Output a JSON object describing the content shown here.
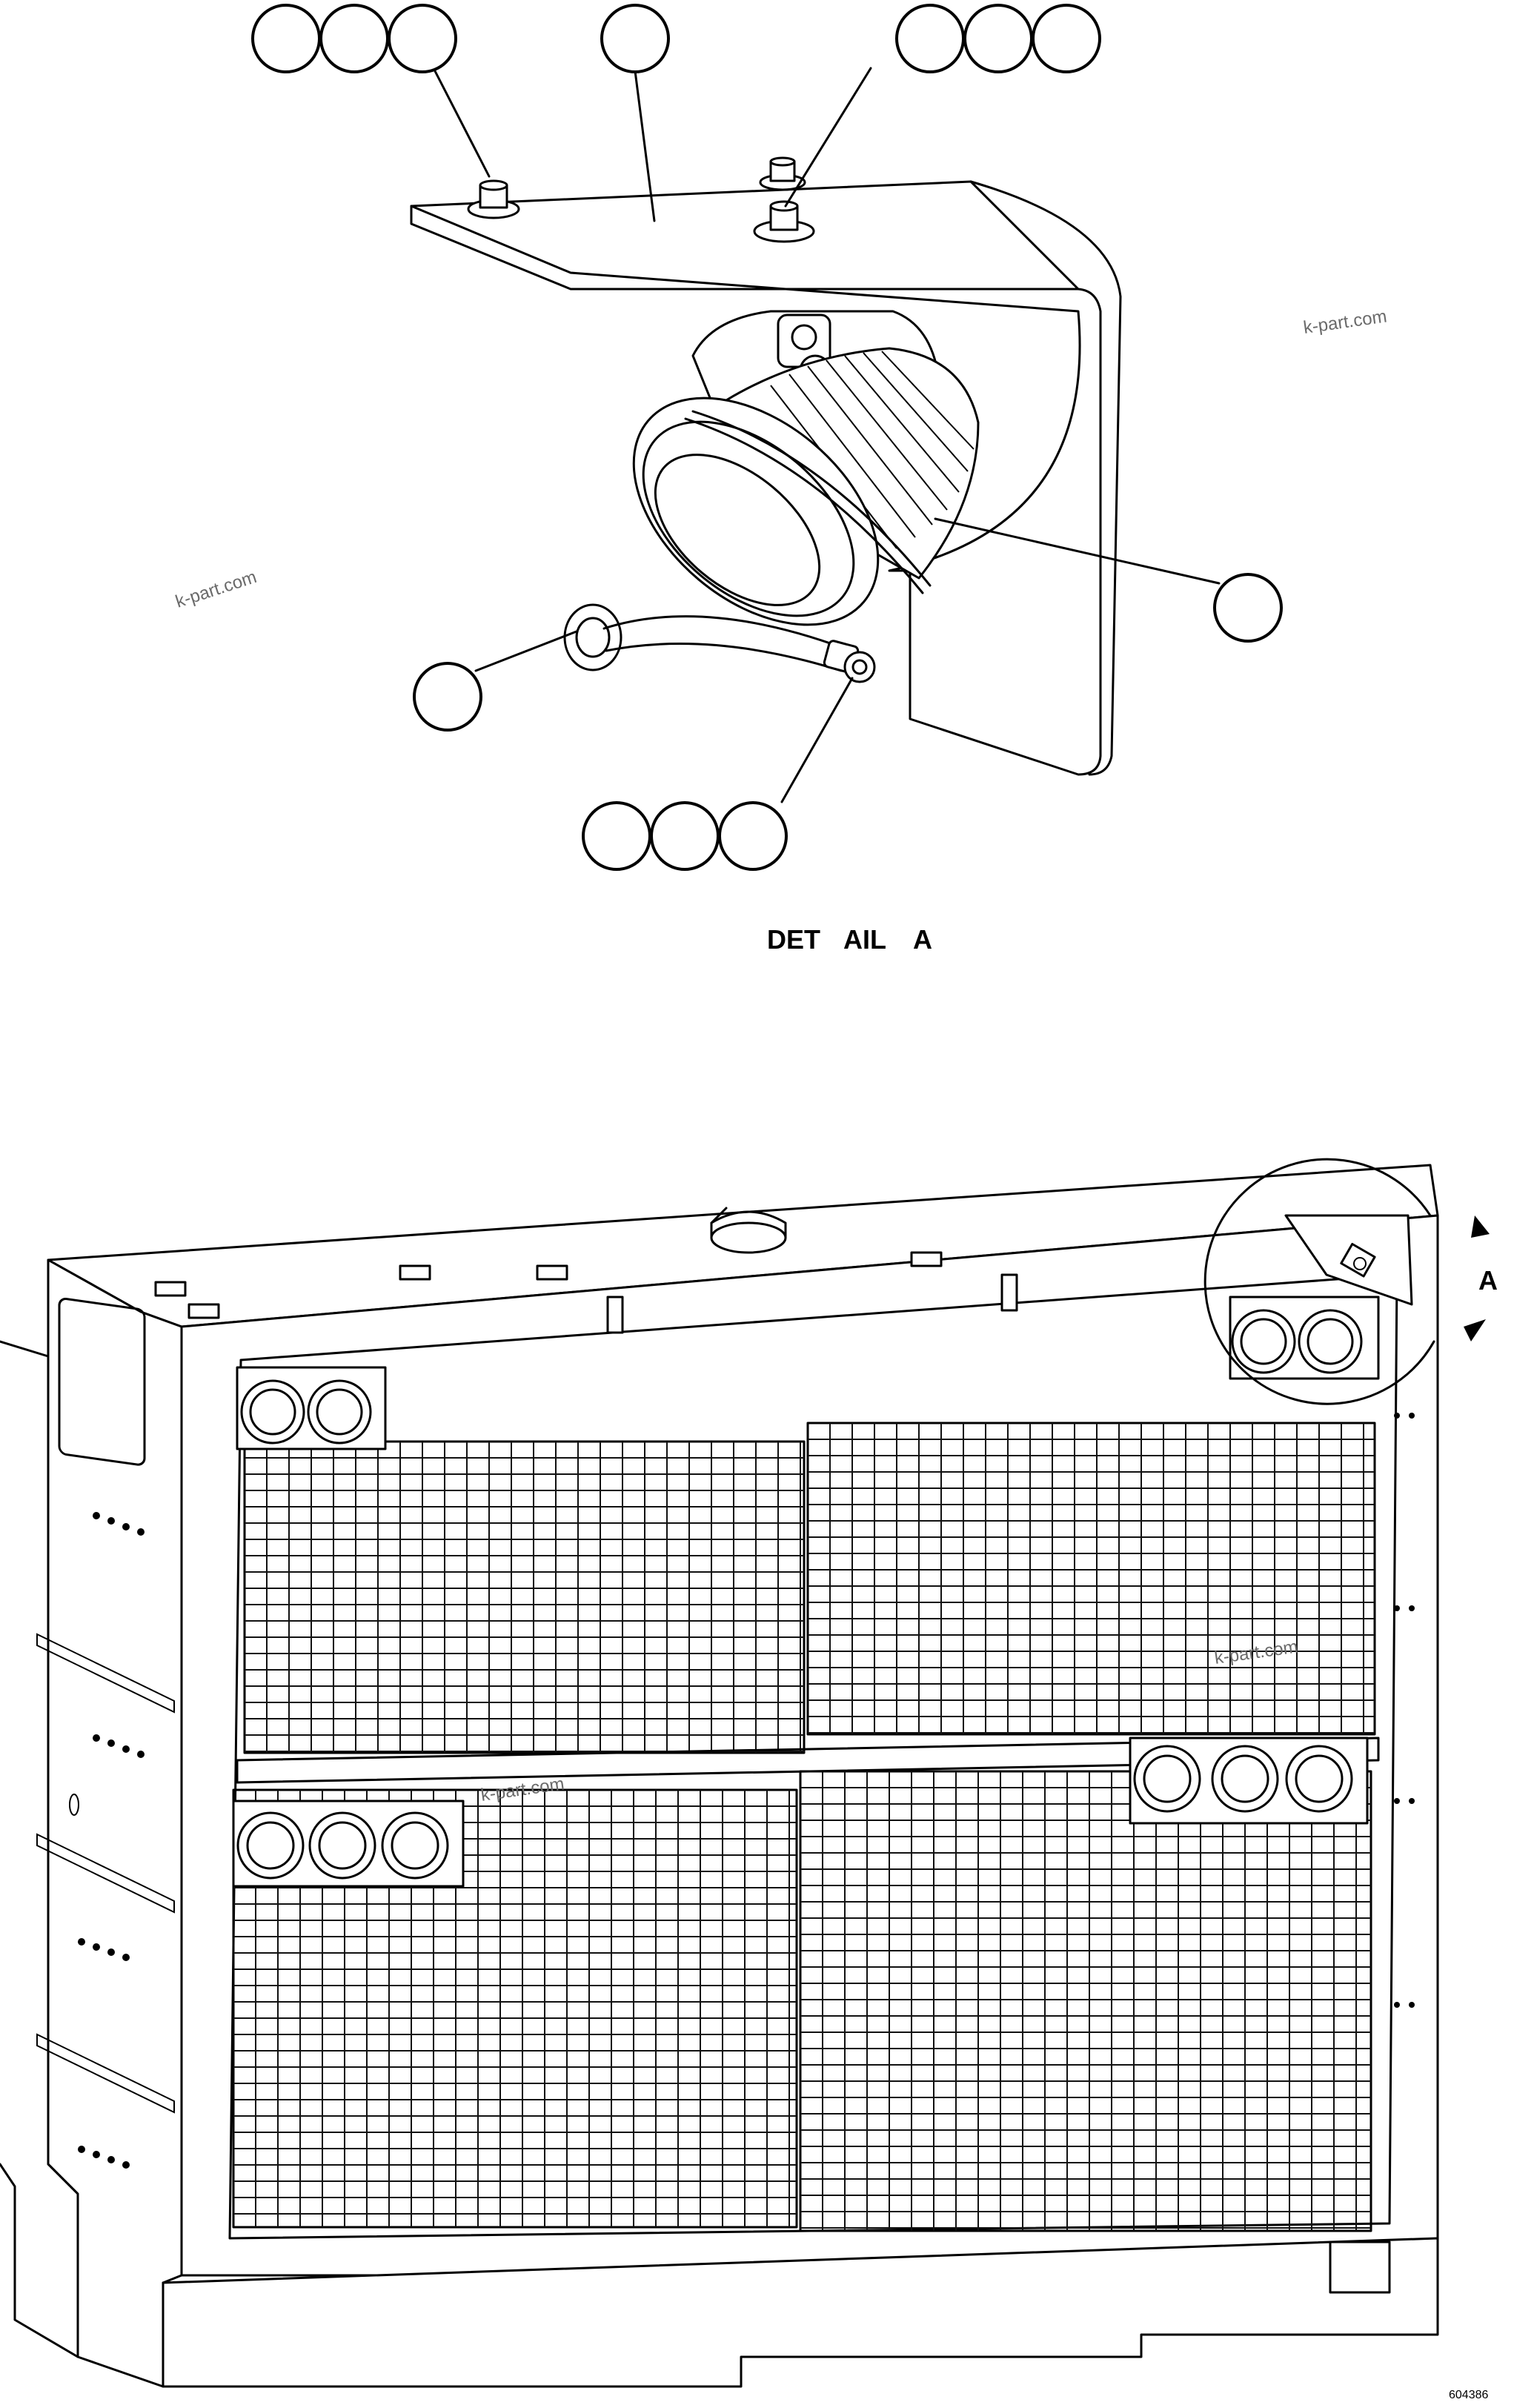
{
  "detail_title": [
    "DET",
    "AIL",
    "A"
  ],
  "detail_marker": "A",
  "watermarks": [
    "k-part.com",
    "k-part.com",
    "k-part.com",
    "k-part.com"
  ],
  "drawing_number": "604386"
}
